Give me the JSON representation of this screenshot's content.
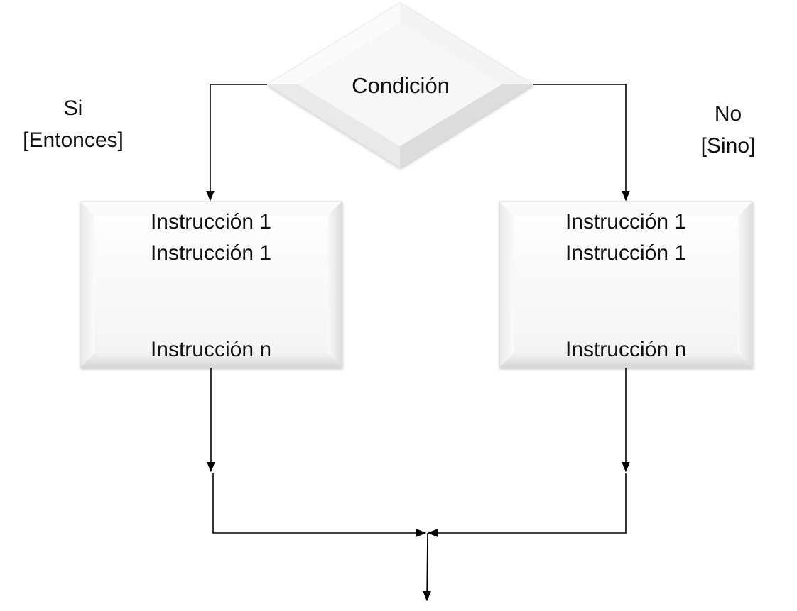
{
  "diagram": {
    "condition": {
      "label": "Condición"
    },
    "branches": {
      "yes": {
        "label_line1": "Si",
        "label_line2": "[Entonces]",
        "box": {
          "line1": "Instrucción 1",
          "line2": "Instrucción 1",
          "line3": "Instrucción n"
        }
      },
      "no": {
        "label_line1": "No",
        "label_line2": "[Sino]",
        "box": {
          "line1": "Instrucción 1",
          "line2": "Instrucción 1",
          "line3": "Instrucción n"
        }
      }
    },
    "colors": {
      "shape_face": "#f6f6f6",
      "shape_edge": "#d9d9d9",
      "connector": "#000000",
      "text": "#111111"
    }
  }
}
